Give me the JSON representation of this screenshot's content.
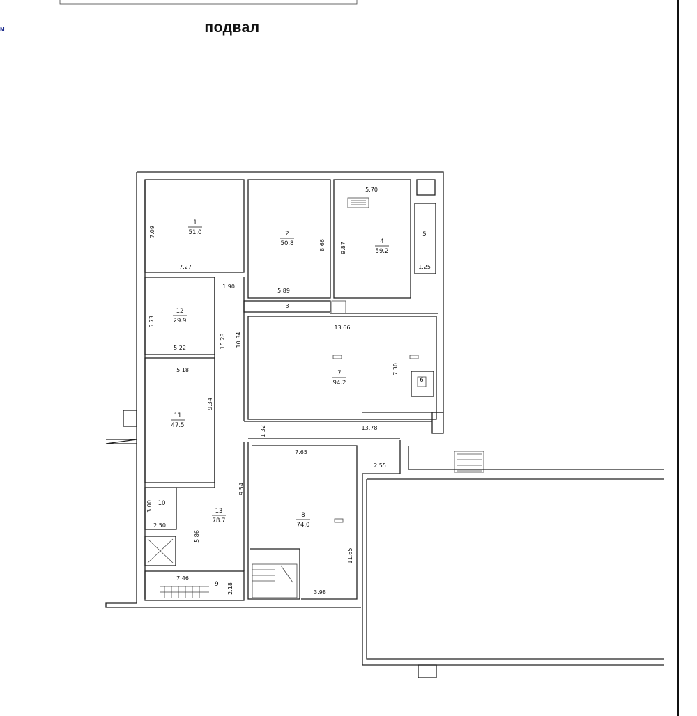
{
  "title": "подвал",
  "side_mark": "м",
  "rooms": [
    {
      "no": "1",
      "area": "51.0"
    },
    {
      "no": "2",
      "area": "50.8"
    },
    {
      "no": "4",
      "area": "59.2"
    },
    {
      "no": "5",
      "area": ""
    },
    {
      "no": "6",
      "area": ""
    },
    {
      "no": "7",
      "area": "94.2"
    },
    {
      "no": "8",
      "area": "74.0"
    },
    {
      "no": "9",
      "area": ""
    },
    {
      "no": "10",
      "area": ""
    },
    {
      "no": "11",
      "area": "47.5"
    },
    {
      "no": "12",
      "area": "29.9"
    },
    {
      "no": "13",
      "area": "78.7"
    }
  ],
  "dimensions": [
    "7.09",
    "7.27",
    "5.70",
    "9.87",
    "1.25",
    "8.66",
    "5.89",
    "1.90",
    "3",
    "5.73",
    "5.22",
    "15.28",
    "10.34",
    "13.66",
    "7.30",
    "5.18",
    "9.34",
    "1.32",
    "13.78",
    "7.65",
    "2.55",
    "9.54",
    "11.65",
    "3.00",
    "2.50",
    "5.86",
    "7.46",
    "2.18",
    "3.98"
  ]
}
